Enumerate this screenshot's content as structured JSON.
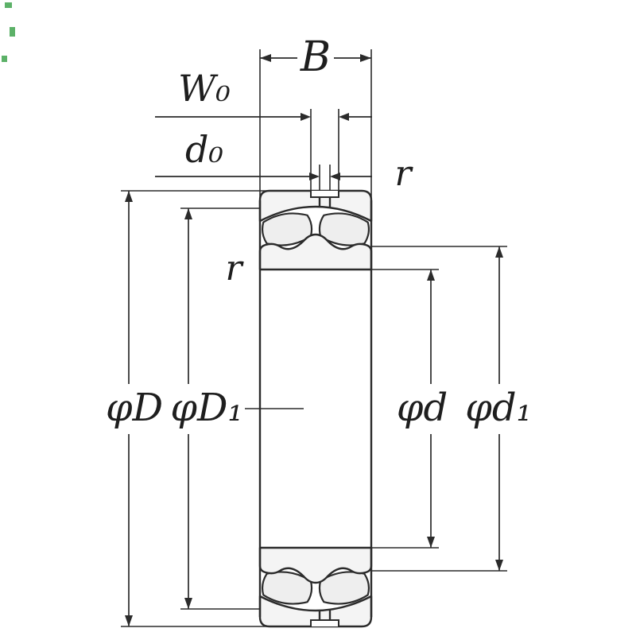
{
  "diagram": {
    "labels": {
      "B": "B",
      "W0": "W₀",
      "d0": "d₀",
      "r_outer": "r",
      "r_inner": "r",
      "phi_D": "φD",
      "phi_D1": "φD₁",
      "phi_d": "φd",
      "phi_d1": "φd₁"
    },
    "colors": {
      "line": "#2b2b2b",
      "background": "#ffffff",
      "ring_fill": "#f4f4f4",
      "roller_fill": "#eeeeee",
      "artifact_green": "#3fa34d"
    }
  }
}
